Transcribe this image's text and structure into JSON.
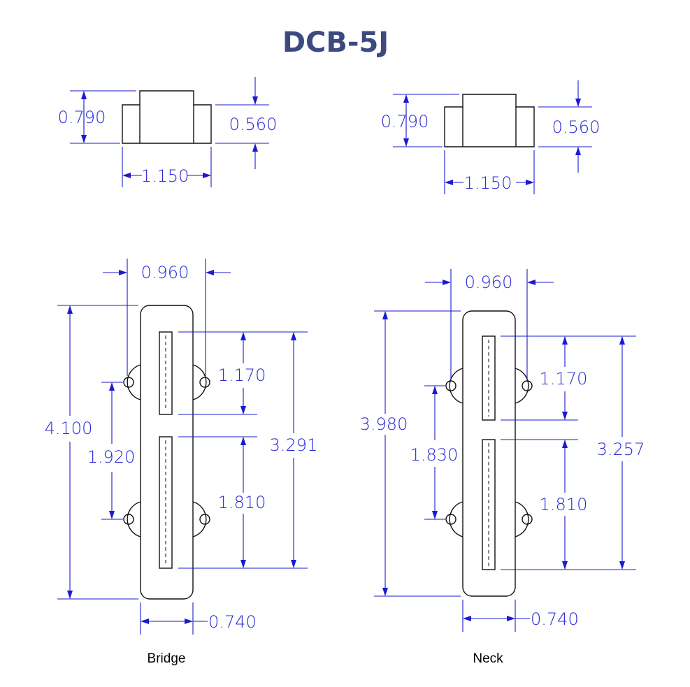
{
  "title": "DCB-5J",
  "colors": {
    "title": "#3d4a80",
    "dimension": "#1a1ad0",
    "outline": "#111111"
  },
  "bridge": {
    "caption": "Bridge",
    "side_view": {
      "height_label": "0.790",
      "shoulder_label": "0.560",
      "width_label": "1.150"
    },
    "top_view": {
      "mount_spacing_label": "0.960",
      "length_label": "4.100",
      "pole_span_label": "3.291",
      "upper_coil_label": "1.170",
      "lower_coil_label": "1.810",
      "hole_spacing_label": "1.920",
      "width_label": "0.740"
    }
  },
  "neck": {
    "caption": "Neck",
    "side_view": {
      "height_label": "0.790",
      "shoulder_label": "0.560",
      "width_label": "1.150"
    },
    "top_view": {
      "mount_spacing_label": "0.960",
      "length_label": "3.980",
      "pole_span_label": "3.257",
      "upper_coil_label": "1.170",
      "lower_coil_label": "1.810",
      "hole_spacing_label": "1.830",
      "width_label": "0.740"
    }
  }
}
